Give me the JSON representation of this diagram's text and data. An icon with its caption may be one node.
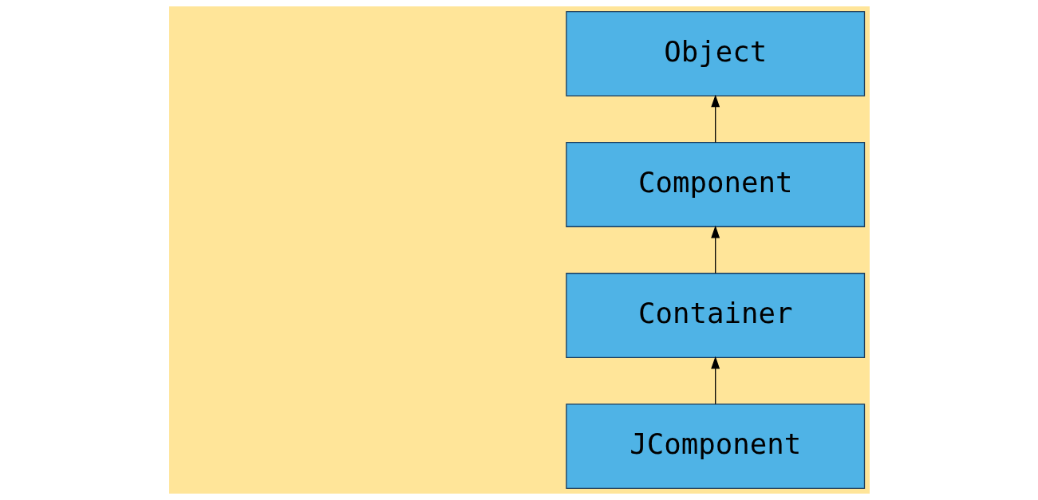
{
  "diagram": {
    "nodes": [
      {
        "text": [
          "Object"
        ]
      },
      {
        "text": [
          "Component"
        ]
      },
      {
        "text": [
          "Container"
        ]
      },
      {
        "text": [
          "JComponent"
        ]
      }
    ],
    "edges": [
      {
        "from": 1,
        "to": 0,
        "arrow": "to"
      },
      {
        "from": 2,
        "to": 1,
        "arrow": "to"
      },
      {
        "from": 3,
        "to": 2,
        "arrow": "to"
      }
    ]
  }
}
